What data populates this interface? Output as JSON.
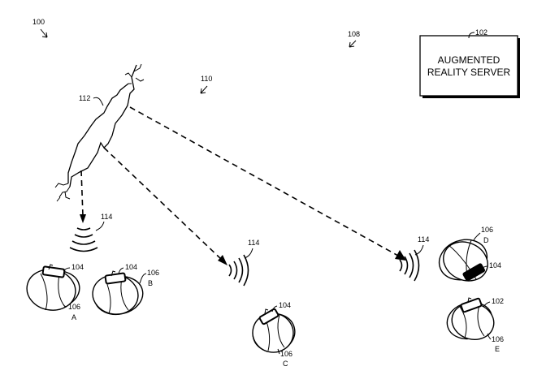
{
  "figure": {
    "refs": {
      "system": "100",
      "server": "102",
      "environment": "108",
      "area": "110",
      "structure": "112",
      "signal_a": "114",
      "signal_c": "114",
      "signal_d": "114",
      "device_a": "104",
      "user_a": "106",
      "device_b": "104",
      "user_b": "106",
      "device_c": "104",
      "user_c": "106",
      "device_d": "104",
      "user_d": "106",
      "device_e": "102",
      "user_e": "106"
    },
    "server": {
      "line1": "AUGMENTED",
      "line2": "REALITY SERVER"
    },
    "users": {
      "a": "A",
      "b": "B",
      "c": "C",
      "d": "D",
      "e": "E"
    }
  }
}
